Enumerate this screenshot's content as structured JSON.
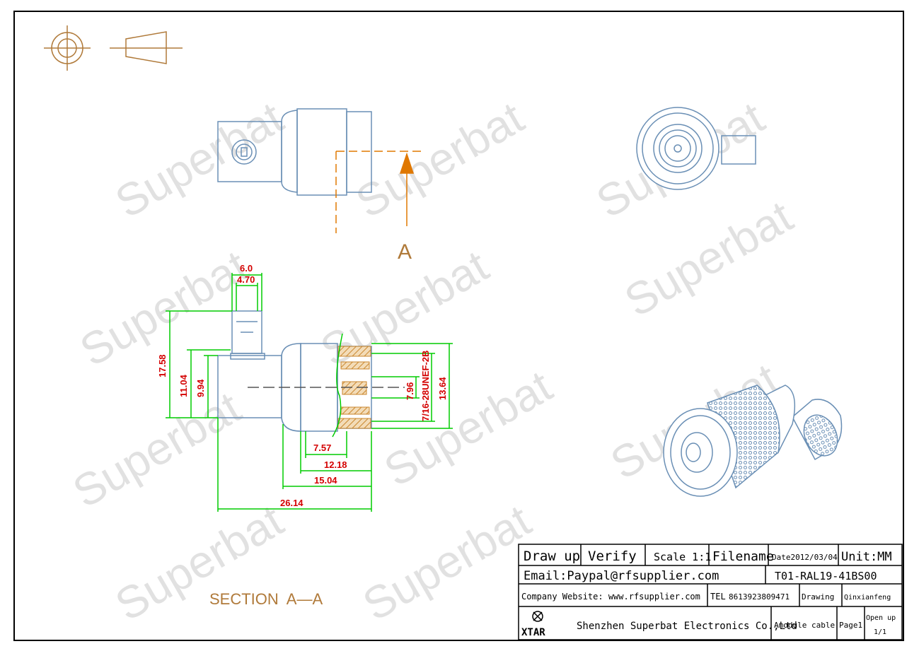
{
  "watermark": "Superbat",
  "colors": {
    "outline": "#6a8fb5",
    "section_fill": "#d69a4a",
    "dimension_green": "#00cc00",
    "dimension_red": "#d40000",
    "projection_symbol": "#b07a3a",
    "section_arrow": "#e07800",
    "watermark": "#d8d8d8",
    "border": "#000000"
  },
  "section_marker": "A",
  "section_caption": "SECTION  A—A",
  "dimensions": {
    "top_width": "6.0",
    "pin_width": "4.70",
    "height_total": "17.58",
    "height_body": "11.04",
    "height_inner": "9.94",
    "inner_dia": "7.96",
    "thread": "7/16-28UNEF-2B",
    "outer_dia": "13.64",
    "len_a": "7.57",
    "len_b": "12.18",
    "len_c": "15.04",
    "len_total": "26.14"
  },
  "title_block": {
    "draw_up": "Draw up",
    "verify": "Verify",
    "scale": "Scale 1:1",
    "filename_label": "Filename",
    "date": "Date2012/03/04",
    "unit": "Unit:MM",
    "email": "Email:Paypal@rfsupplier.com",
    "part_number": "T01-RAL19-41BS00",
    "website": "Company Website:  www.rfsupplier.com",
    "tel_label": "TEL",
    "tel": "8613923809471",
    "drawing_label": "Drawing",
    "drawer": "Qinxianfeng",
    "brand": "XTAR",
    "company": "Shenzhen Superbat Electronics Co.,Ltd",
    "cable": "Amodule cable",
    "page": "Page1",
    "open_up": "Open up",
    "open_up_count": "1/1"
  }
}
